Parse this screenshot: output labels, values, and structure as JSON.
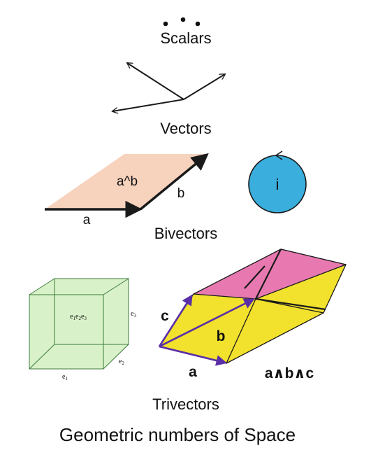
{
  "colors": {
    "bivector_fill": "#f7d2bd",
    "pseudoscalar_fill": "#3aaedc",
    "cube_fill": "#d8f1c8",
    "cube_edge": "#3d7a3d",
    "trivector_top": "#e879b0",
    "trivector_side": "#f2e12d",
    "vector_stroke": "#1a1a1a",
    "trivector_vector": "#5a2ea6"
  },
  "scalars": {
    "label": "Scalars"
  },
  "vectors": {
    "label": "Vectors"
  },
  "bivectors": {
    "label": "Bivectors",
    "plane_label": "a^b",
    "edge_a": "a",
    "edge_b": "b",
    "pseudoscalar": "i"
  },
  "trivectors": {
    "label": "Trivectors",
    "cube": {
      "center": [
        "e",
        "1",
        "e",
        "2",
        "e",
        "3"
      ],
      "axis_1": [
        "e",
        "1"
      ],
      "axis_2": [
        "e",
        "2"
      ],
      "axis_3": [
        "e",
        "3"
      ]
    },
    "vector_a": "a",
    "vector_b": "b",
    "vector_c": "c",
    "product": "a∧b∧c"
  },
  "caption": "Geometric numbers of Space"
}
